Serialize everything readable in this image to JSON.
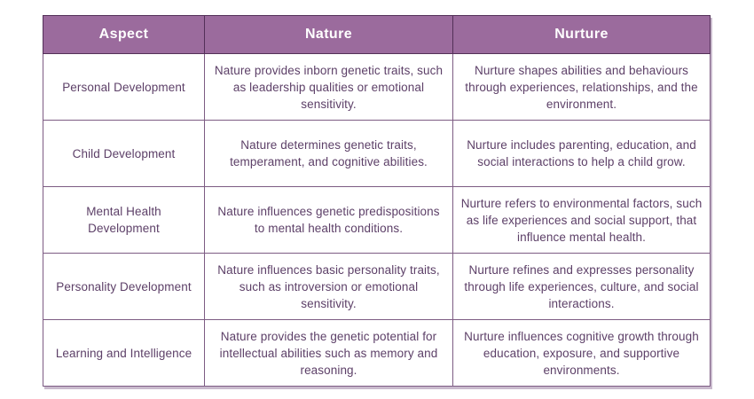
{
  "table": {
    "columns": [
      {
        "label": "Aspect"
      },
      {
        "label": "Nature"
      },
      {
        "label": "Nurture"
      }
    ],
    "rows": [
      {
        "aspect": "Personal Development",
        "nature": "Nature provides inborn genetic traits, such as leadership qualities or emotional sensitivity.",
        "nurture": "Nurture shapes abilities and behaviours through experiences, relationships, and the environment."
      },
      {
        "aspect": "Child Development",
        "nature": "Nature determines genetic traits, temperament, and cognitive abilities.",
        "nurture": "Nurture includes parenting, education, and social interactions to help a child grow."
      },
      {
        "aspect": "Mental Health\nDevelopment",
        "nature": "Nature influences genetic predispositions to mental health conditions.",
        "nurture": "Nurture refers to environmental factors, such as life experiences and social support, that influence mental health."
      },
      {
        "aspect": "Personality Development",
        "nature": "Nature influences basic personality traits, such as introversion or emotional sensitivity.",
        "nurture": "Nurture refines and expresses personality through life experiences, culture, and social interactions."
      },
      {
        "aspect": "Learning and Intelligence",
        "nature": "Nature provides the genetic potential for intellectual abilities such as memory and reasoning.",
        "nurture": "Nurture influences cognitive growth through education, exposure, and supportive environments."
      }
    ]
  },
  "colors": {
    "header_bg": "#9b6b9d",
    "header_text": "#ffffff",
    "body_text": "#5d4068",
    "header_border": "#533058",
    "cell_border": "#7d5c83",
    "shadow": "#c9bacd",
    "page_bg": "#ffffff"
  }
}
